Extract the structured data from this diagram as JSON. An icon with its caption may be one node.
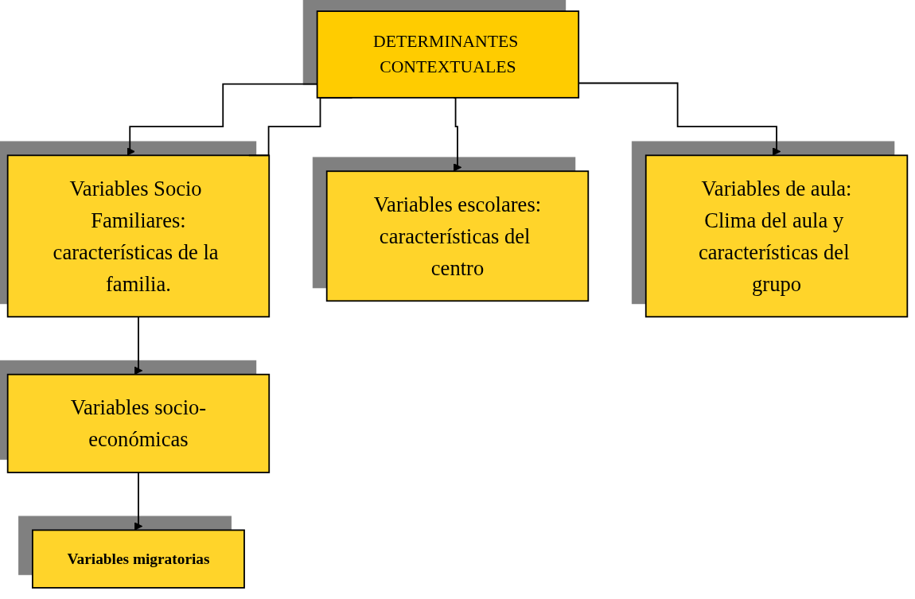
{
  "diagram": {
    "nodes": [
      {
        "text": [
          "DETERMINANTES CONTEXTUALES"
        ]
      },
      {
        "text": [
          "Variables Socio Familiares:",
          "características de la familia."
        ]
      },
      {
        "text": [
          "Variables escolares:",
          "características del centro"
        ]
      },
      {
        "text": [
          "Variables de aula:",
          "Clima del aula y características del grupo"
        ]
      },
      {
        "text": [
          "Variables socio-económicas"
        ]
      },
      {
        "text": [
          "Variables migratorias"
        ]
      }
    ],
    "edges": [
      {
        "from": 0,
        "to": 1,
        "arrow": "to"
      },
      {
        "from": 0,
        "to": 1,
        "arrow": "none"
      },
      {
        "from": 0,
        "to": 3,
        "arrow": "to"
      },
      {
        "from": 0,
        "to": 2,
        "arrow": "to"
      },
      {
        "from": 1,
        "to": 4,
        "arrow": "to"
      },
      {
        "from": 4,
        "to": 5,
        "arrow": "to"
      }
    ]
  }
}
